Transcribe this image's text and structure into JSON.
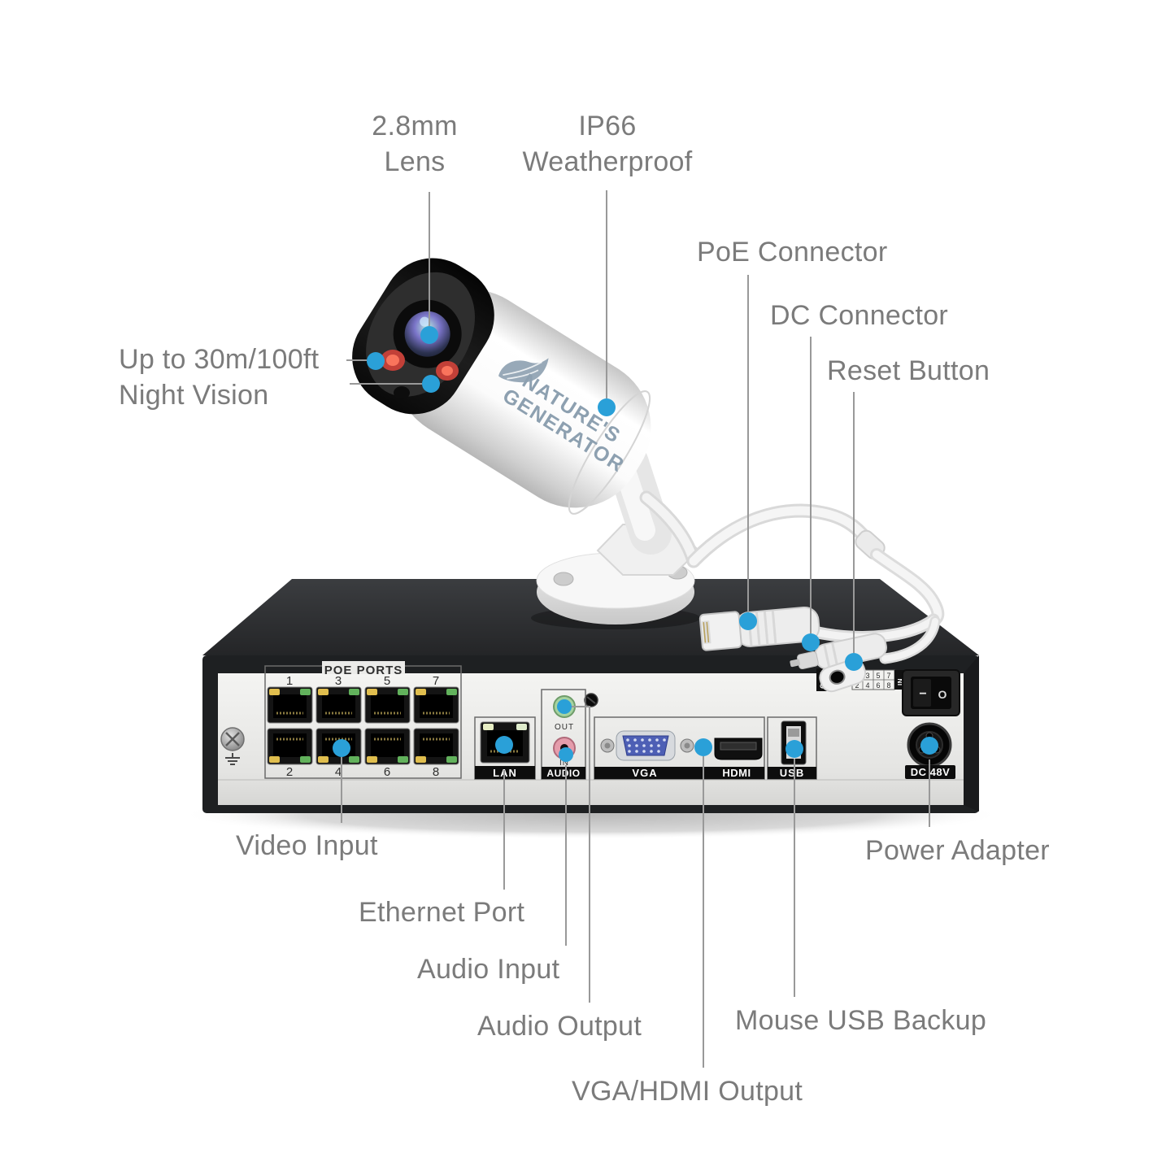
{
  "colors": {
    "accent_dot": "#2aa0d8",
    "label_text": "#7b7b7b",
    "leader_line": "#999999",
    "brand_logo": "#8da0b0",
    "led_yellow": "#e0be4e",
    "led_green": "#62b25c",
    "audio_out_jack": "#a6d3a0",
    "audio_in_jack": "#e59cab",
    "vga_blue": "#4d5fb5"
  },
  "camera": {
    "brand": {
      "line1": "NATURE'S",
      "line2": "GENERATOR"
    },
    "callouts": {
      "lens_line1": "2.8mm",
      "lens_line2": "Lens",
      "weatherproof_line1": "IP66",
      "weatherproof_line2": "Weatherproof",
      "night_vision_line1": "Up to 30m/100ft",
      "night_vision_line2": "Night Vision",
      "poe": "PoE Connector",
      "dc": "DC Connector",
      "reset": "Reset Button"
    }
  },
  "nvr": {
    "rear_panel": {
      "poe_ports_title": "POE PORTS",
      "poe_top_numbers": [
        "1",
        "3",
        "5",
        "7"
      ],
      "poe_bottom_numbers": [
        "2",
        "4",
        "6",
        "8"
      ],
      "lan": "LAN",
      "audio": "AUDIO",
      "audio_out": "OUT",
      "audio_in": "IN",
      "vga": "VGA",
      "hdmi": "HDMI",
      "usb": "USB",
      "dc_power": "DC 48V",
      "alarm_out": "OUT",
      "alarm_in": "IN",
      "alarm_top_numbers": [
        "3",
        "5",
        "7"
      ],
      "alarm_bottom_numbers": [
        "2",
        "4",
        "6",
        "8"
      ],
      "power_on_mark": "−",
      "power_off_mark": "O"
    },
    "callouts": {
      "video_input": "Video Input",
      "ethernet": "Ethernet Port",
      "audio_input": "Audio Input",
      "audio_output": "Audio Output",
      "vga_hdmi": "VGA/HDMI Output",
      "mouse_usb": "Mouse USB Backup",
      "power_adapter": "Power Adapter"
    }
  }
}
